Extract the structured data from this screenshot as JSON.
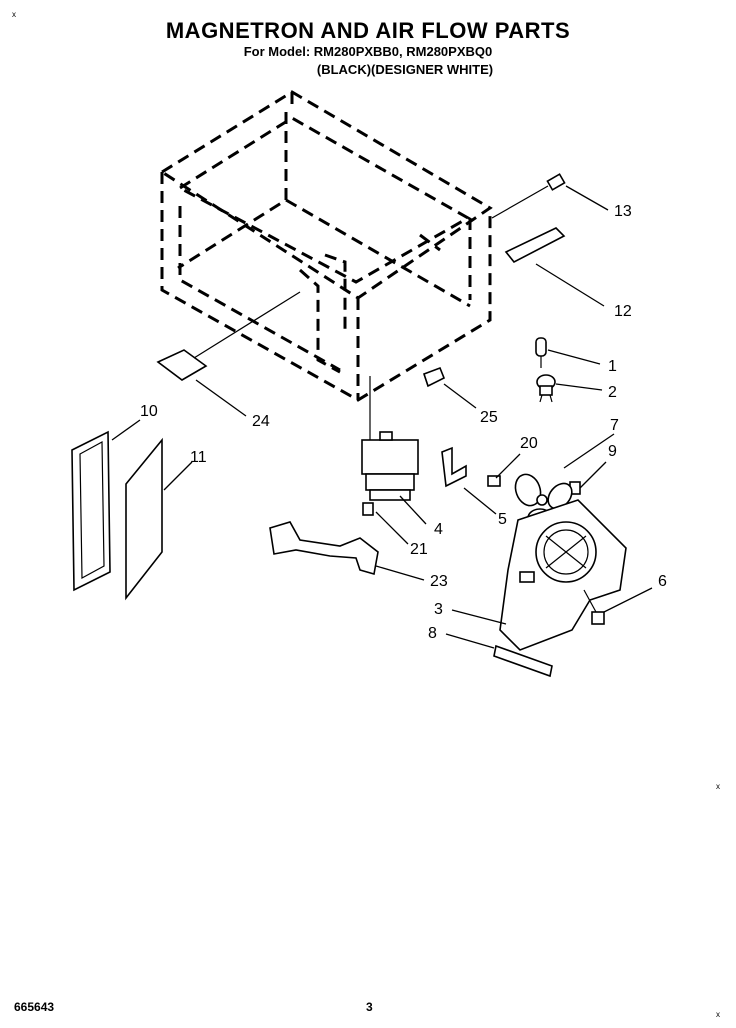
{
  "header": {
    "title": "MAGNETRON AND AIR FLOW PARTS",
    "subtitle": "For Model: RM280PXBB0, RM280PXBQ0",
    "variant": "(BLACK)(DESIGNER WHITE)"
  },
  "footer": {
    "doc_number": "665643",
    "page_number": "3"
  },
  "corner_marks": [
    "x",
    "x",
    "x"
  ],
  "callouts": [
    "1",
    "2",
    "3",
    "4",
    "5",
    "6",
    "7",
    "8",
    "9",
    "10",
    "11",
    "12",
    "13",
    "20",
    "21",
    "23",
    "24",
    "25"
  ]
}
